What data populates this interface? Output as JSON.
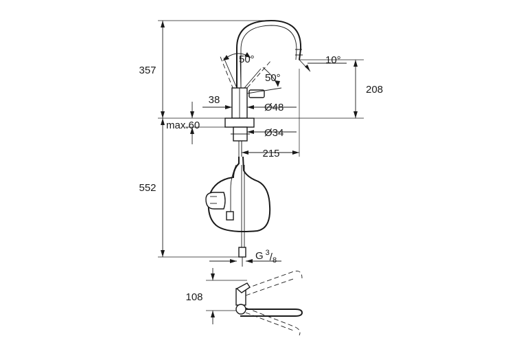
{
  "dimensions": {
    "height_total": "357",
    "height_lower": "552",
    "spout_height": "208",
    "body_offset": "38",
    "max_thickness": "max.60",
    "dia_body": "Ø48",
    "dia_hole": "Ø34",
    "reach": "215",
    "thread_main": "G",
    "thread_num": "3",
    "thread_den": "8",
    "top_view_depth": "108",
    "lever_angle": "50°",
    "rotation_angle": "50°",
    "spout_angle": "10°"
  },
  "colors": {
    "line": "#1a1a1a",
    "background": "#ffffff"
  }
}
